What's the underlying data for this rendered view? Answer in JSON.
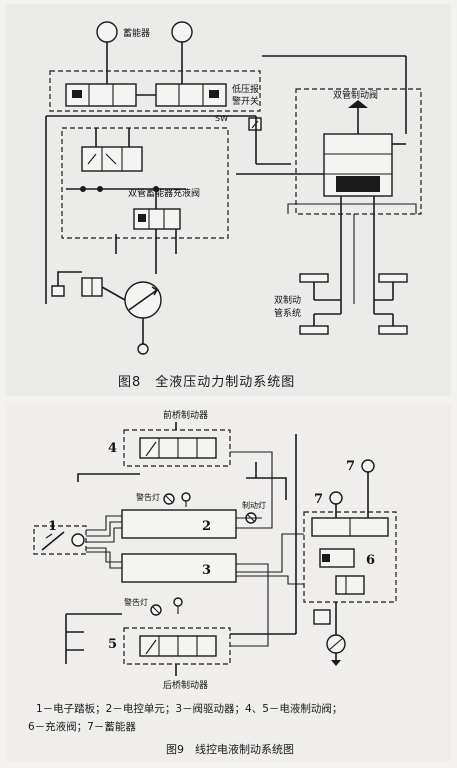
{
  "fig8": {
    "labels": {
      "accumulator": "蓄能器",
      "low_pressure_alarm": "低压报",
      "alarm_switch": "警开关",
      "sw": "SW",
      "dual_brake_valve": "双管制动阀",
      "dual_accumulator_charge_valve": "双管蓄能器充液阀",
      "dual_brake": "双制动",
      "pipe_system": "管系统"
    },
    "caption": "图8　全液压动力制动系统图"
  },
  "fig9": {
    "labels": {
      "front_axle_brake": "前桥制动器",
      "rear_axle_brake": "后桥制动器",
      "alarm_lamp_upper": "警告灯",
      "alarm_lamp_lower": "警告灯",
      "brake_lamp": "制动灯"
    },
    "numbers": {
      "n1": "1",
      "n2": "2",
      "n3": "3",
      "n4": "4",
      "n5": "5",
      "n6": "6",
      "n7a": "7",
      "n7b": "7"
    },
    "legend_line1": "1－电子踏板；2－电控单元；3－阀驱动器；4、5－电液制动阀；",
    "legend_line2": "6－充液阀；7－蓄能器",
    "caption": "图9　线控电液制动系统图"
  }
}
